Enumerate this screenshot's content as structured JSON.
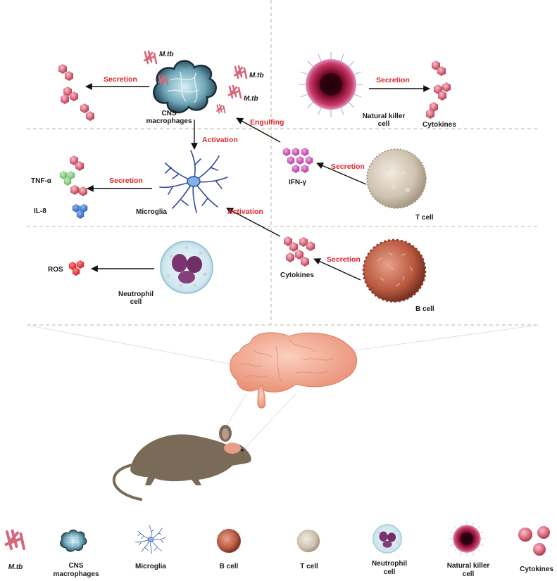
{
  "labels": {
    "mtb": "M.tb",
    "cns_line1": "CNS",
    "cns_line2": "macrophages",
    "nk_line1": "Natural killer",
    "nk_line2": "cell",
    "cytokines": "Cytokines",
    "tnf": "TNF-α",
    "il8": "IL-8",
    "microglia": "Microglia",
    "ifn": "IFN-γ",
    "tcell": "T cell",
    "ros": "ROS",
    "neut_line1": "Neutrophil",
    "neut_line2": "cell",
    "bcell": "B cell"
  },
  "arrows": {
    "secretion": "Secretion",
    "activation": "Activation",
    "engulfing": "Engulfing"
  },
  "legend": [
    {
      "line1": "M.tb",
      "line2": ""
    },
    {
      "line1": "CNS",
      "line2": "macrophages"
    },
    {
      "line1": "Microglia",
      "line2": ""
    },
    {
      "line1": "B cell",
      "line2": ""
    },
    {
      "line1": "T cell",
      "line2": ""
    },
    {
      "line1": "Neutrophil",
      "line2": "cell"
    },
    {
      "line1": "Natural killer",
      "line2": "cell"
    },
    {
      "line1": "Cytokines",
      "line2": ""
    }
  ],
  "colors": {
    "red_text": "#e0262b",
    "dash_line": "#b8b89a",
    "cytokine": "#d9657a",
    "ifn": "#c04aa8",
    "tnf": "#7fc77f",
    "il8": "#2f6fc9",
    "ros": "#e81e25",
    "mouse": "#7a6a58",
    "brain": "#f2a48c"
  }
}
